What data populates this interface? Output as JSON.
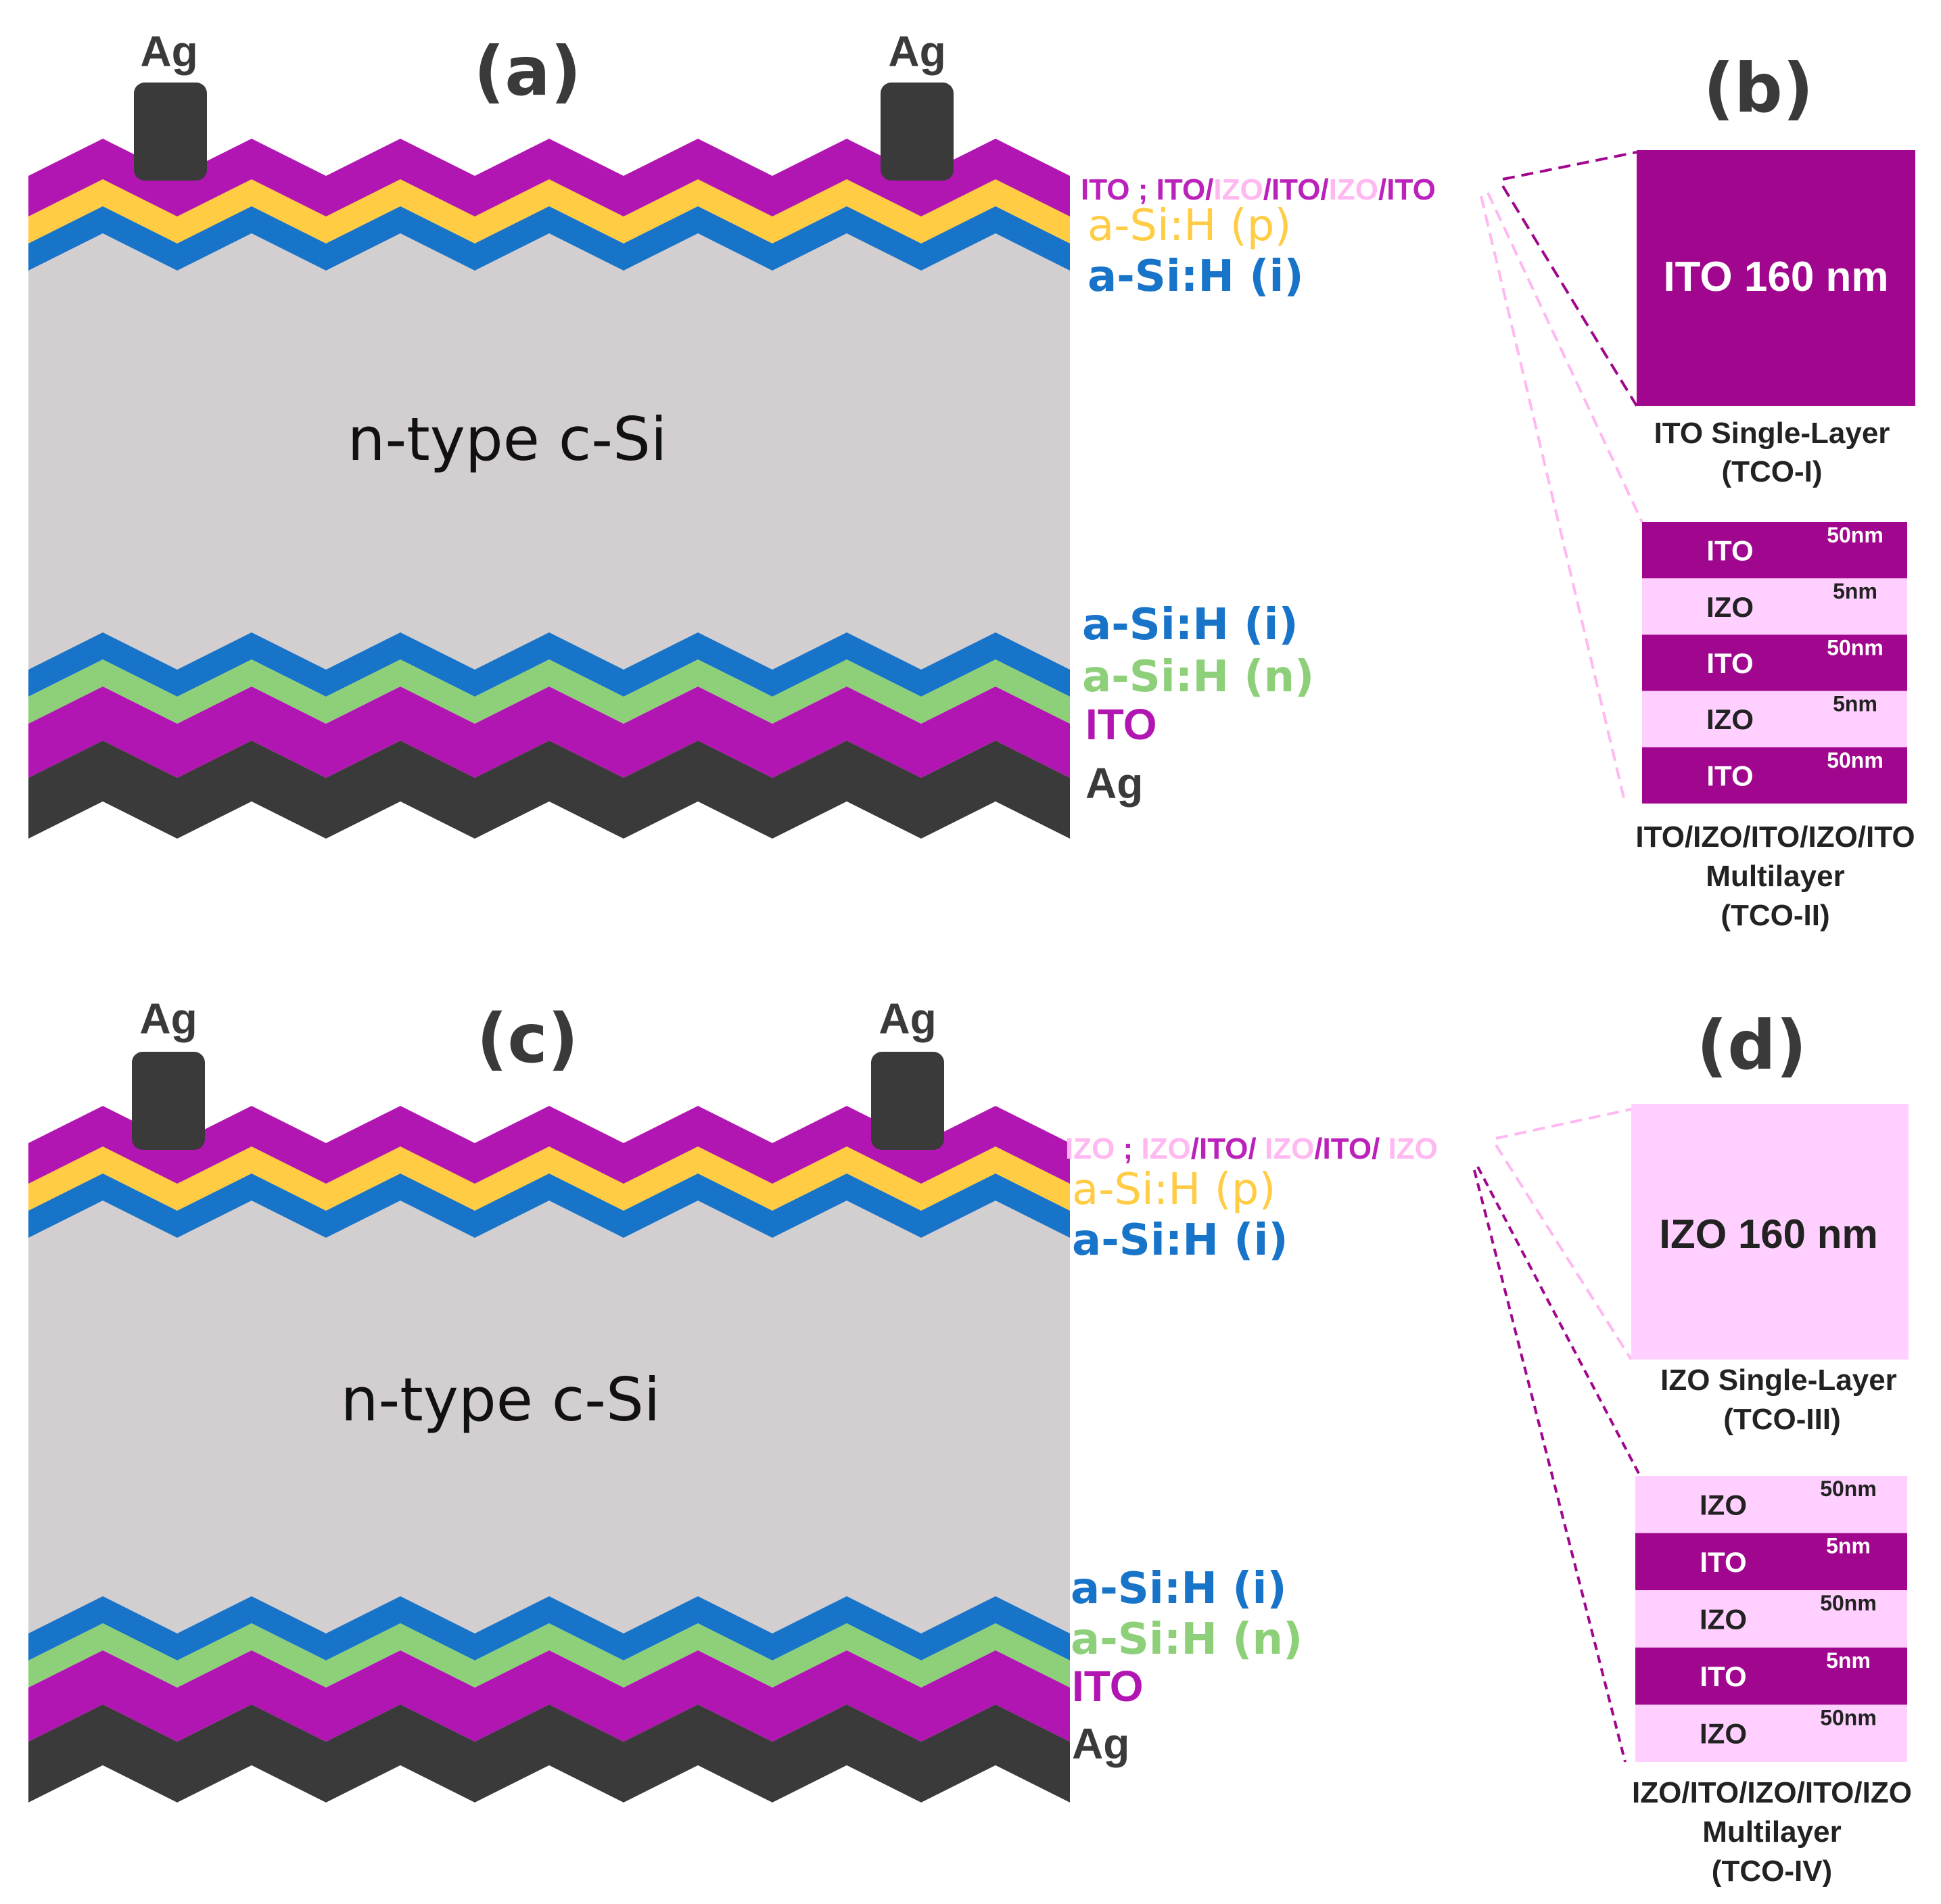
{
  "colors": {
    "ito": "#b216b2",
    "izo": "#ffd0ff",
    "si": "#d3cfd1",
    "ag": "#3a3a3a",
    "p_layer": "#ffcc44",
    "i_layer": "#1874c8",
    "n_layer": "#8ed07a",
    "stack_ito": "#a0068e",
    "stack_izo": "#ffd0ff",
    "text_ito": "#bb22bb",
    "text_izo": "#ffb8f0"
  },
  "panel_a": {
    "label": "(a)",
    "ag_left": "Ag",
    "ag_right": "Ag",
    "bulk": "n-type c-Si",
    "tco_label": {
      "part1": "ITO",
      "part2": " ; ITO/",
      "part3": "IZO",
      "part4": "/ITO/",
      "part5": "IZO",
      "part6": "/ITO"
    },
    "p_label": "a-Si:H (p)",
    "i_top_label": "a-Si:H (i)",
    "i_bottom_label": "a-Si:H (i)",
    "n_label": "a-Si:H (n)",
    "ito_bottom_label": "ITO",
    "ag_bottom_label": "Ag"
  },
  "panel_b": {
    "label": "(b)",
    "single_text": "ITO 160 nm",
    "single_caption_1": "ITO  Single-Layer",
    "single_caption_2": "(TCO-I)",
    "layers": [
      {
        "name": "ITO",
        "thickness": "50nm"
      },
      {
        "name": "IZO",
        "thickness": "5nm"
      },
      {
        "name": "ITO",
        "thickness": "50nm"
      },
      {
        "name": "IZO",
        "thickness": "5nm"
      },
      {
        "name": "ITO",
        "thickness": "50nm"
      }
    ],
    "multi_caption_1": "ITO/IZO/ITO/IZO/ITO",
    "multi_caption_2": "Multilayer",
    "multi_caption_3": "(TCO-II)"
  },
  "panel_c": {
    "label": "(c)",
    "ag_left": "Ag",
    "ag_right": "Ag",
    "bulk": "n-type c-Si",
    "tco_label": {
      "part1": "IZO",
      "part2": " ; ",
      "part3": "IZO",
      "part4": "/ITO/ ",
      "part5": "IZO",
      "part6": "/ITO/ ",
      "part7": "IZO"
    },
    "p_label": "a-Si:H (p)",
    "i_top_label": "a-Si:H (i)",
    "i_bottom_label": "a-Si:H (i)",
    "n_label": "a-Si:H (n)",
    "ito_bottom_label": "ITO",
    "ag_bottom_label": "Ag"
  },
  "panel_d": {
    "label": "(d)",
    "single_text": "IZO 160 nm",
    "single_caption_1": "IZO  Single-Layer",
    "single_caption_2": "(TCO-III)",
    "layers": [
      {
        "name": "IZO",
        "thickness": "50nm"
      },
      {
        "name": "ITO",
        "thickness": "5nm"
      },
      {
        "name": "IZO",
        "thickness": "50nm"
      },
      {
        "name": "ITO",
        "thickness": "5nm"
      },
      {
        "name": "IZO",
        "thickness": "50nm"
      }
    ],
    "multi_caption_1": "IZO/ITO/IZO/ITO/IZO",
    "multi_caption_2": "Multilayer",
    "multi_caption_3": "(TCO-IV)"
  }
}
